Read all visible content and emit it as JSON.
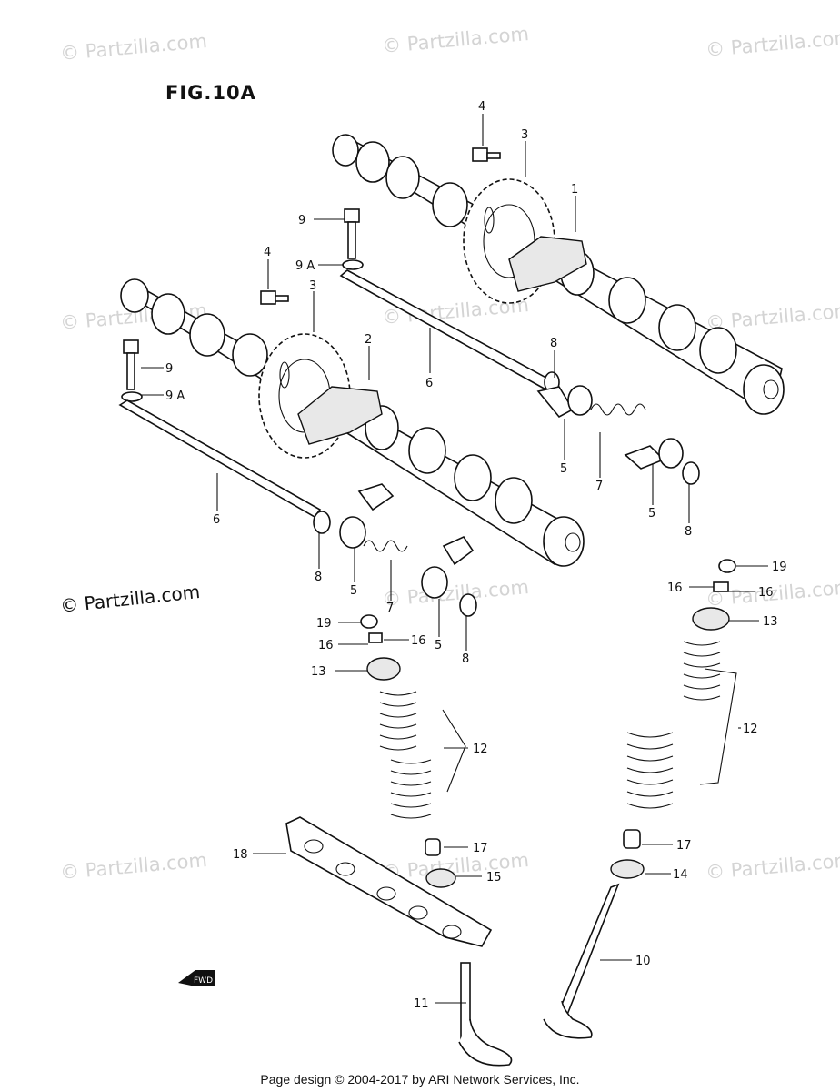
{
  "figure_title": "FIG.10A",
  "watermark": "© Partzilla.com",
  "copyright": "© Partzilla.com",
  "footer": "Page design © 2004-2017 by ARI Network Services, Inc.",
  "callouts": {
    "c1": "1",
    "c2": "2",
    "c3a": "3",
    "c3b": "3",
    "c4a": "4",
    "c4b": "4",
    "c5a": "5",
    "c5b": "5",
    "c5c": "5",
    "c5d": "5",
    "c6a": "6",
    "c6b": "6",
    "c7a": "7",
    "c7b": "7",
    "c8a": "8",
    "c8b": "8",
    "c8c": "8",
    "c8d": "8",
    "c9a": "9",
    "c9b": "9",
    "c9Aa": "9 A",
    "c9Ab": "9 A",
    "c10": "10",
    "c11": "11",
    "c12a": "12",
    "c12b": "12",
    "c13a": "13",
    "c13b": "13",
    "c14": "14",
    "c15": "15",
    "c16a": "16",
    "c16b": "16",
    "c16c": "16",
    "c16d": "16",
    "c17a": "17",
    "c17b": "17",
    "c18": "18",
    "c19a": "19",
    "c19b": "19"
  },
  "fwd_label": "FWD"
}
